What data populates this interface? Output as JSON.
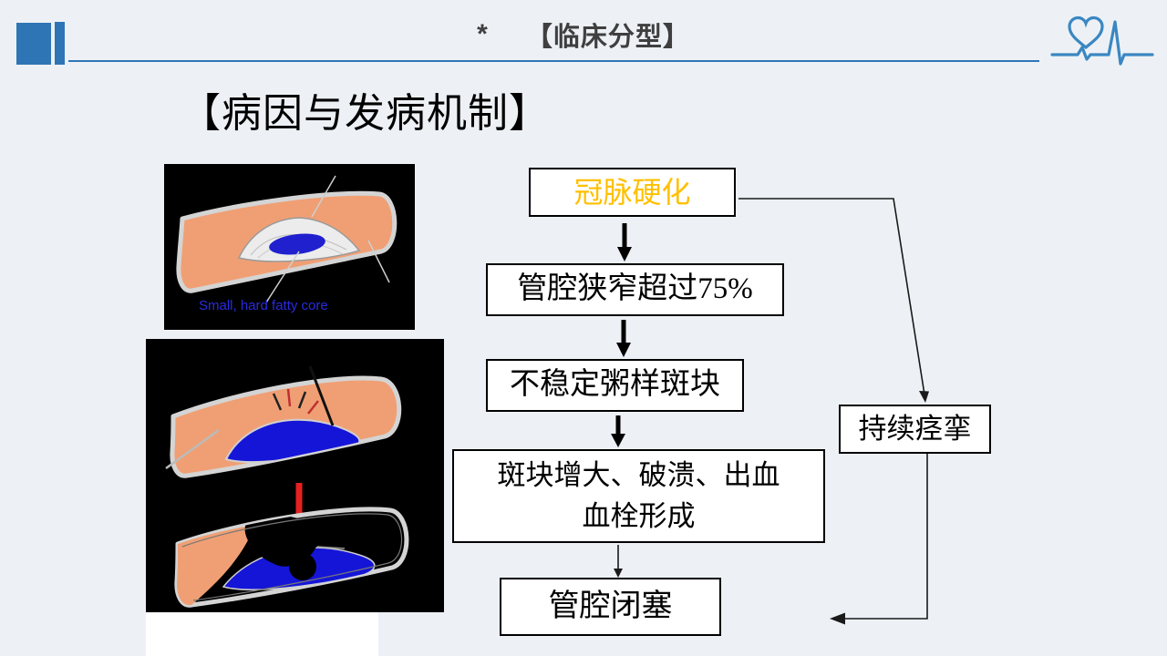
{
  "colors": {
    "background": "#edf1f5",
    "accent_blue": "#2e75b6",
    "icon_blue": "#3a87c2",
    "highlight_yellow": "#ffc000",
    "header_text": "#3f3f3f",
    "caption_blue": "#2a2ae0",
    "red_arrow": "#e62020"
  },
  "icons": {
    "logo": "heart-ecg"
  },
  "header": {
    "marker": "*",
    "title": "【临床分型】"
  },
  "slide": {
    "title": "【病因与发病机制】"
  },
  "flowchart": {
    "coronary_sclerosis": "冠脉硬化",
    "lumen_stenosis": "管腔狭窄超过75%",
    "unstable_plaque": "不稳定粥样斑块",
    "plaque_progression_line1": "斑块增大、破溃、出血",
    "plaque_progression_line2": "血栓形成",
    "lumen_occlusion": "管腔闭塞",
    "persistent_spasm": "持续痉挛"
  },
  "illustrations": {
    "plaque_caption": "Small, hard fatty core"
  }
}
